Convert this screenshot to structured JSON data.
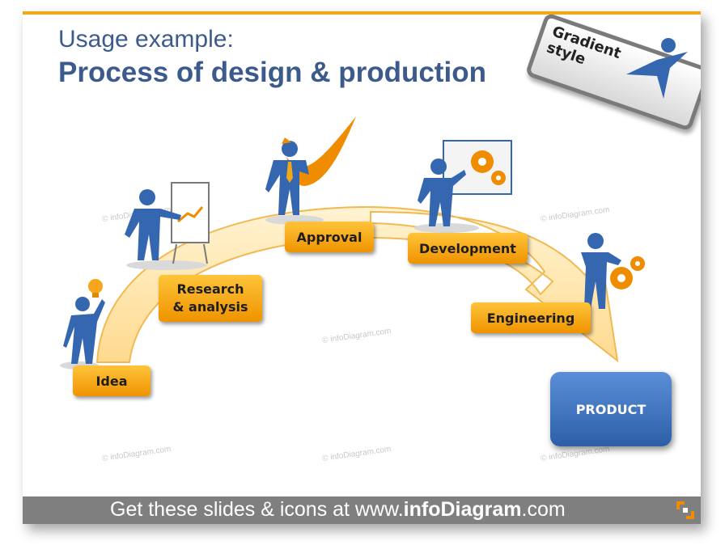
{
  "title": {
    "line1": "Usage example:",
    "line2": "Process of design & production"
  },
  "badge": {
    "text": "Gradient\nstyle"
  },
  "steps": {
    "idea": "Idea",
    "research": "Research\n& analysis",
    "approval": "Approval",
    "development": "Development",
    "engineering": "Engineering"
  },
  "product": "PRODUCT",
  "footer": {
    "prefix": "Get these slides & icons at www.",
    "brand": "infoDiagram",
    "suffix": ".com"
  },
  "watermark": "© infoDiagram.com",
  "colors": {
    "title": "#3d5a8c",
    "step": "#f4a516",
    "product": "#3a6fc0",
    "figure": "#3566b0",
    "footer": "#7f7f7f"
  }
}
